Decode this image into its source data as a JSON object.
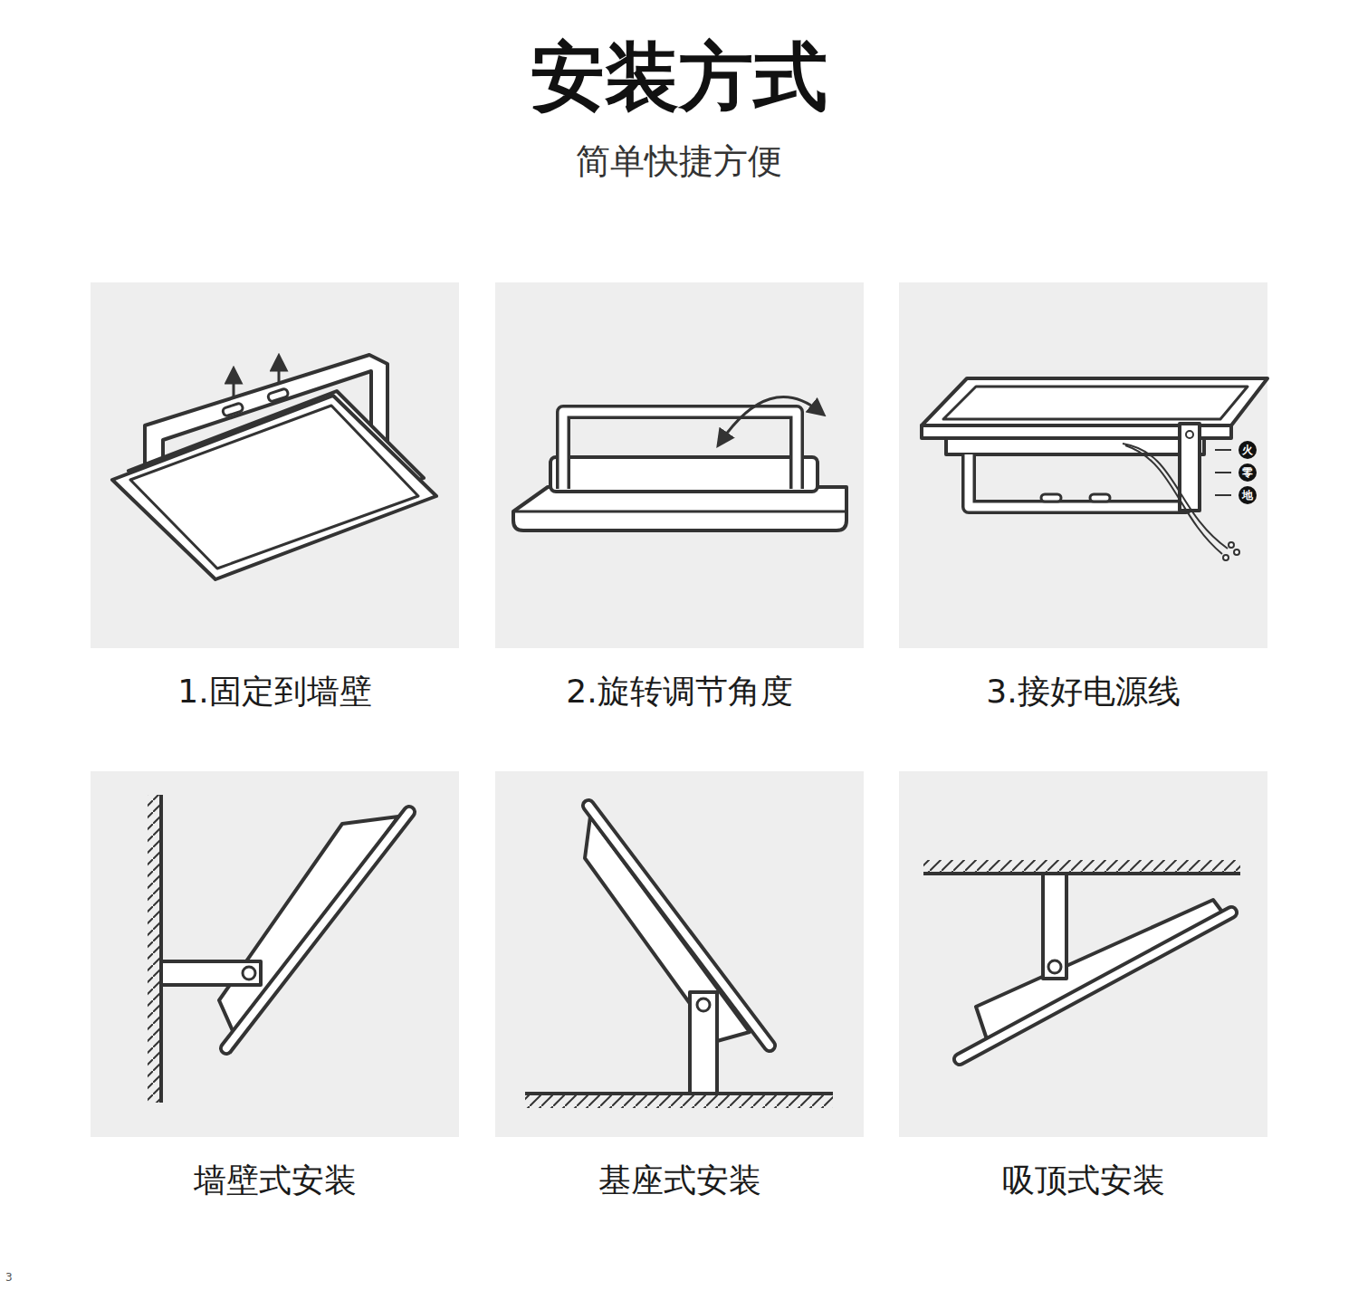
{
  "diagram": {
    "title": "安装方式",
    "nodes": [
      {
        "text": [
          "1.固定到墙壁"
        ]
      },
      {
        "text": [
          "2.旋转调节角度"
        ]
      },
      {
        "text": [
          "3.接好电源线"
        ]
      },
      {
        "text": [
          "墙壁式安装"
        ]
      },
      {
        "text": [
          "基座式安装"
        ]
      },
      {
        "text": [
          "吸顶式安装"
        ]
      }
    ],
    "labels": [
      "简单快捷方便",
      "火",
      "零",
      "地",
      "3"
    ]
  }
}
